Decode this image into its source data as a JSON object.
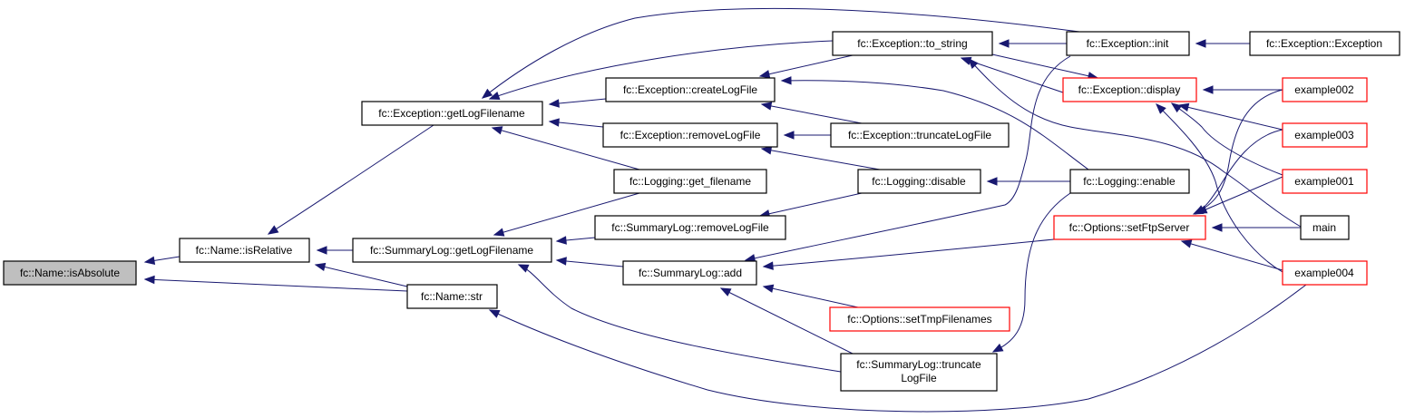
{
  "colors": {
    "edge": "#191970",
    "node_border_default": "#000000",
    "node_border_truncated": "#ff0000",
    "node_fill_root": "#bfbfbf",
    "node_fill_default": "#ffffff"
  },
  "graph": {
    "root": "isAbsolute",
    "nodes": [
      {
        "id": "isAbsolute",
        "label": "fc::Name::isAbsolute",
        "style": "root"
      },
      {
        "id": "isRelative",
        "label": "fc::Name::isRelative",
        "style": "default"
      },
      {
        "id": "nameStr",
        "label": "fc::Name::str",
        "style": "default"
      },
      {
        "id": "excGetLogFilename",
        "label": "fc::Exception::getLogFilename",
        "style": "default"
      },
      {
        "id": "sumGetLogFilename",
        "label": "fc::SummaryLog::getLogFilename",
        "style": "default"
      },
      {
        "id": "excToString",
        "label": "fc::Exception::to_string",
        "style": "default"
      },
      {
        "id": "excCreateLogFile",
        "label": "fc::Exception::createLogFile",
        "style": "default"
      },
      {
        "id": "excRemoveLogFile",
        "label": "fc::Exception::removeLogFile",
        "style": "default"
      },
      {
        "id": "logGetFilename",
        "label": "fc::Logging::get_filename",
        "style": "default"
      },
      {
        "id": "sumRemoveLogFile",
        "label": "fc::SummaryLog::removeLogFile",
        "style": "default"
      },
      {
        "id": "sumAdd",
        "label": "fc::SummaryLog::add",
        "style": "default"
      },
      {
        "id": "sumTruncate",
        "label": "fc::SummaryLog::truncate",
        "label2": "LogFile",
        "style": "default"
      },
      {
        "id": "excTruncate",
        "label": "fc::Exception::truncateLogFile",
        "style": "default"
      },
      {
        "id": "logDisable",
        "label": "fc::Logging::disable",
        "style": "default"
      },
      {
        "id": "optTmp",
        "label": "fc::Options::setTmpFilenames",
        "style": "truncated"
      },
      {
        "id": "excInit",
        "label": "fc::Exception::init",
        "style": "default"
      },
      {
        "id": "excDisplay",
        "label": "fc::Exception::display",
        "style": "truncated"
      },
      {
        "id": "logEnable",
        "label": "fc::Logging::enable",
        "style": "default"
      },
      {
        "id": "optFtp",
        "label": "fc::Options::setFtpServer",
        "style": "truncated"
      },
      {
        "id": "excCtor",
        "label": "fc::Exception::Exception",
        "style": "default"
      },
      {
        "id": "ex002",
        "label": "example002",
        "style": "truncated"
      },
      {
        "id": "ex003",
        "label": "example003",
        "style": "truncated"
      },
      {
        "id": "ex001",
        "label": "example001",
        "style": "truncated"
      },
      {
        "id": "main",
        "label": "main",
        "style": "default"
      },
      {
        "id": "ex004",
        "label": "example004",
        "style": "truncated"
      }
    ],
    "edges": [
      {
        "from": "isRelative",
        "to": "isAbsolute"
      },
      {
        "from": "nameStr",
        "to": "isAbsolute"
      },
      {
        "from": "excGetLogFilename",
        "to": "isRelative"
      },
      {
        "from": "sumGetLogFilename",
        "to": "isRelative"
      },
      {
        "from": "nameStr",
        "to": "isRelative"
      },
      {
        "from": "excToString",
        "to": "excGetLogFilename"
      },
      {
        "from": "excInit",
        "to": "excGetLogFilename"
      },
      {
        "from": "excCreateLogFile",
        "to": "excGetLogFilename"
      },
      {
        "from": "excRemoveLogFile",
        "to": "excGetLogFilename"
      },
      {
        "from": "logGetFilename",
        "to": "excGetLogFilename"
      },
      {
        "from": "logGetFilename",
        "to": "sumGetLogFilename"
      },
      {
        "from": "sumRemoveLogFile",
        "to": "sumGetLogFilename"
      },
      {
        "from": "sumAdd",
        "to": "sumGetLogFilename"
      },
      {
        "from": "sumTruncate",
        "to": "sumGetLogFilename"
      },
      {
        "from": "excToString",
        "to": "excCreateLogFile"
      },
      {
        "from": "excTruncate",
        "to": "excCreateLogFile"
      },
      {
        "from": "logEnable",
        "to": "excCreateLogFile"
      },
      {
        "from": "excTruncate",
        "to": "excRemoveLogFile"
      },
      {
        "from": "logDisable",
        "to": "excRemoveLogFile"
      },
      {
        "from": "logDisable",
        "to": "sumRemoveLogFile"
      },
      {
        "from": "excInit",
        "to": "sumAdd"
      },
      {
        "from": "optFtp",
        "to": "sumAdd"
      },
      {
        "from": "optTmp",
        "to": "sumAdd"
      },
      {
        "from": "sumTruncate",
        "to": "sumAdd"
      },
      {
        "from": "logEnable",
        "to": "sumTruncate"
      },
      {
        "from": "ex004",
        "to": "nameStr"
      },
      {
        "from": "excInit",
        "to": "excToString"
      },
      {
        "from": "excDisplay",
        "to": "excToString"
      },
      {
        "from": "main",
        "to": "excToString"
      },
      {
        "from": "excToString",
        "to": "excDisplay"
      },
      {
        "from": "logEnable",
        "to": "logDisable"
      },
      {
        "from": "excCtor",
        "to": "excInit"
      },
      {
        "from": "ex002",
        "to": "excDisplay"
      },
      {
        "from": "ex003",
        "to": "excDisplay"
      },
      {
        "from": "ex001",
        "to": "excDisplay"
      },
      {
        "from": "ex004",
        "to": "excDisplay"
      },
      {
        "from": "ex002",
        "to": "optFtp"
      },
      {
        "from": "ex003",
        "to": "optFtp"
      },
      {
        "from": "ex001",
        "to": "optFtp"
      },
      {
        "from": "main",
        "to": "optFtp"
      },
      {
        "from": "ex004",
        "to": "optFtp"
      }
    ]
  }
}
